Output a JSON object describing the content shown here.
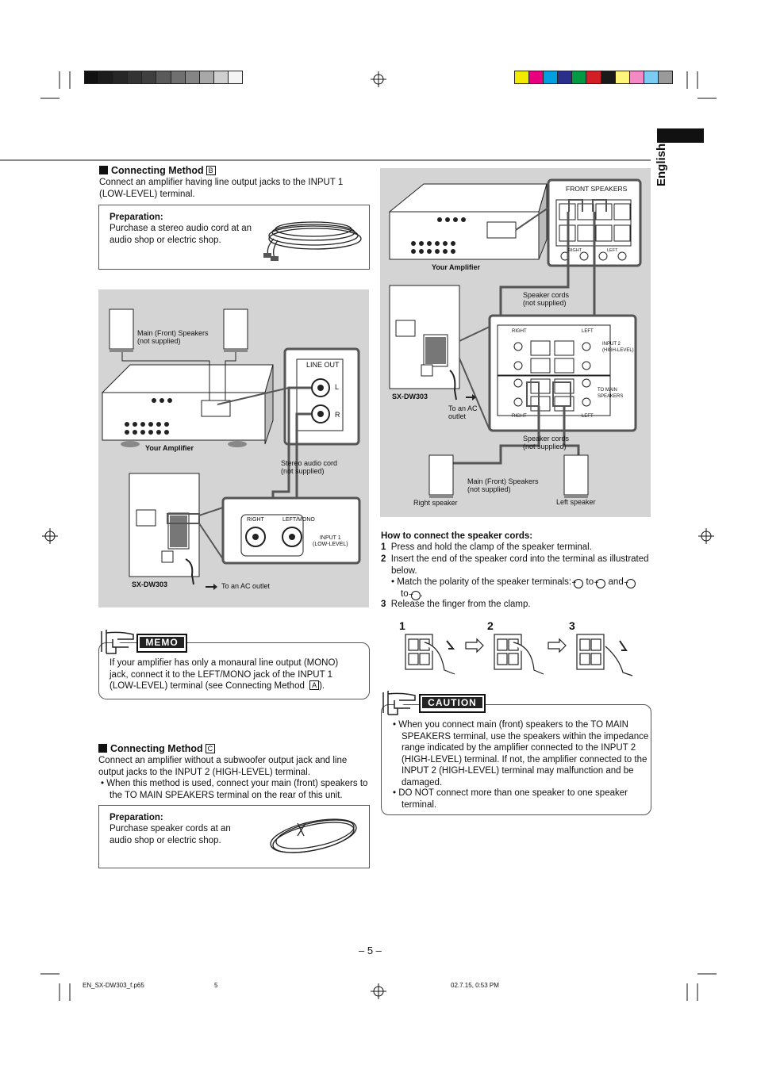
{
  "print_bar": {
    "gray_swatches": [
      "#111111",
      "#1c1c1c",
      "#262626",
      "#333333",
      "#3f3f3f",
      "#5a5a5a",
      "#707070",
      "#858585",
      "#a8a8a8",
      "#cfcfcf",
      "#f4f4f4"
    ],
    "color_swatches": [
      "#f2ea00",
      "#e8007e",
      "#00a0e0",
      "#2a2f8c",
      "#009a44",
      "#d21f26",
      "#1a1a1a",
      "#fff57a",
      "#f38ac4",
      "#7ccbf2",
      "#9a9a9a"
    ]
  },
  "side_tab": {
    "label": "English"
  },
  "method_b": {
    "title": "Connecting Method",
    "letter": "B",
    "intro": "Connect an amplifier having line output jacks to the INPUT 1 (LOW-LEVEL) terminal.",
    "prep_title": "Preparation:",
    "prep_text": "Purchase a stereo audio cord at an audio shop or electric shop.",
    "diagram": {
      "speakers_label_1": "Main (Front) Speakers",
      "speakers_label_2": "(not supplied)",
      "line_out": "LINE OUT",
      "l": "L",
      "r": "R",
      "your_amplifier": "Your Amplifier",
      "cord_label_1": "Stereo audio cord",
      "cord_label_2": "(not supplied)",
      "right": "RIGHT",
      "left_mono": "LEFT/MONO",
      "input1_1": "INPUT 1",
      "input1_2": "(LOW-LEVEL)",
      "model": "SX-DW303",
      "ac_outlet": "To an AC outlet"
    }
  },
  "memo": {
    "label": "MEMO",
    "text_before": "If your amplifier has only a monaural line output (MONO) jack, connect it to the LEFT/MONO jack of the INPUT 1 (LOW-LEVEL) terminal (see Connecting Method",
    "letter": "A",
    "text_after": ")."
  },
  "method_c": {
    "title": "Connecting Method",
    "letter": "C",
    "intro": "Connect an amplifier without a subwoofer output jack and line output jacks to the INPUT 2 (HIGH-LEVEL) terminal.",
    "bullet": "When this method is used, connect your main (front) speakers to the TO MAIN SPEAKERS terminal on the rear of this unit.",
    "prep_title": "Preparation:",
    "prep_text": "Purchase speaker cords at an audio shop or electric shop."
  },
  "right_diagram": {
    "front_speakers": "FRONT SPEAKERS",
    "right": "RIGHT",
    "left": "LEFT",
    "your_amplifier": "Your Amplifier",
    "cords_1": "Speaker cords",
    "cords_2": "(not supplied)",
    "input2_1": "INPUT 2",
    "input2_2": "(HIGH-LEVEL)",
    "to_main_1": "TO MAIN",
    "to_main_2": "SPEAKERS",
    "model": "SX-DW303",
    "ac_1": "To an AC",
    "ac_2": "outlet",
    "main_1": "Main (Front) Speakers",
    "main_2": "(not supplied)",
    "right_speaker": "Right speaker",
    "left_speaker": "Left speaker"
  },
  "how_to": {
    "title": "How to connect the speaker cords:",
    "step1_num": "1",
    "step1": "Press and hold the clamp of the speaker terminal.",
    "step2_num": "2",
    "step2": "Insert the end of the speaker cord into the terminal as illustrated below.",
    "bullet_a": "Match the polarity of the speaker terminals:",
    "bullet_to": "to",
    "bullet_and": "and",
    "bullet_to2": "to",
    "plus": "+",
    "minus": "−",
    "step3_num": "3",
    "step3": "Release the finger from the clamp.",
    "figure_nums": [
      "1",
      "2",
      "3"
    ]
  },
  "caution": {
    "label": "CAUTION",
    "bullets": [
      "When you connect main (front) speakers to the TO MAIN SPEAKERS terminal, use the speakers within the impedance range indicated by the amplifier connected to the INPUT 2 (HIGH-LEVEL) terminal. If not, the amplifier connected to the INPUT 2 (HIGH-LEVEL) terminal may malfunction and be damaged.",
      "DO NOT connect more than one speaker to one speaker terminal."
    ]
  },
  "page_number": "– 5 –",
  "footer": {
    "file": "EN_SX-DW303_f.p65",
    "page": "5",
    "timestamp": "02.7.15, 0:53 PM"
  }
}
